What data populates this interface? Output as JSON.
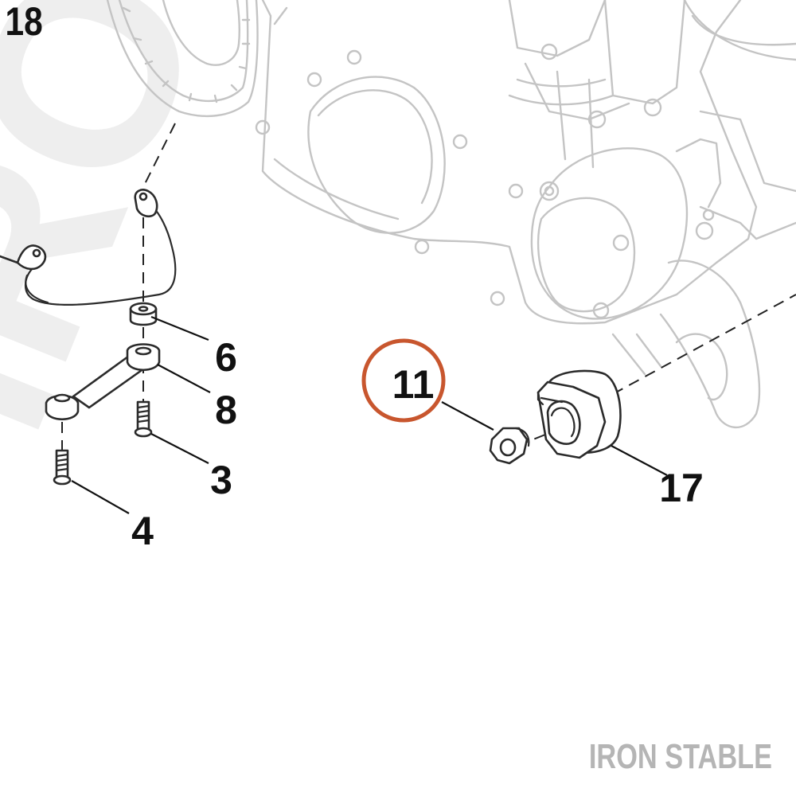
{
  "watermark": {
    "text": "IRON"
  },
  "brand": {
    "text": "IRON STABLE"
  },
  "callouts": [
    {
      "id": "c18",
      "label": "18"
    },
    {
      "id": "c6",
      "label": "6"
    },
    {
      "id": "c8",
      "label": "8"
    },
    {
      "id": "c3",
      "label": "3"
    },
    {
      "id": "c4",
      "label": "4"
    },
    {
      "id": "c11",
      "label": "11",
      "highlighted": true
    },
    {
      "id": "c17",
      "label": "17"
    }
  ],
  "colors": {
    "highlight_ring": "#c8562e",
    "callout_text": "#111111",
    "ghost_outline": "#c4c4c4",
    "part_outline": "#2b2b2b",
    "brand_text": "#b5b5b5"
  }
}
